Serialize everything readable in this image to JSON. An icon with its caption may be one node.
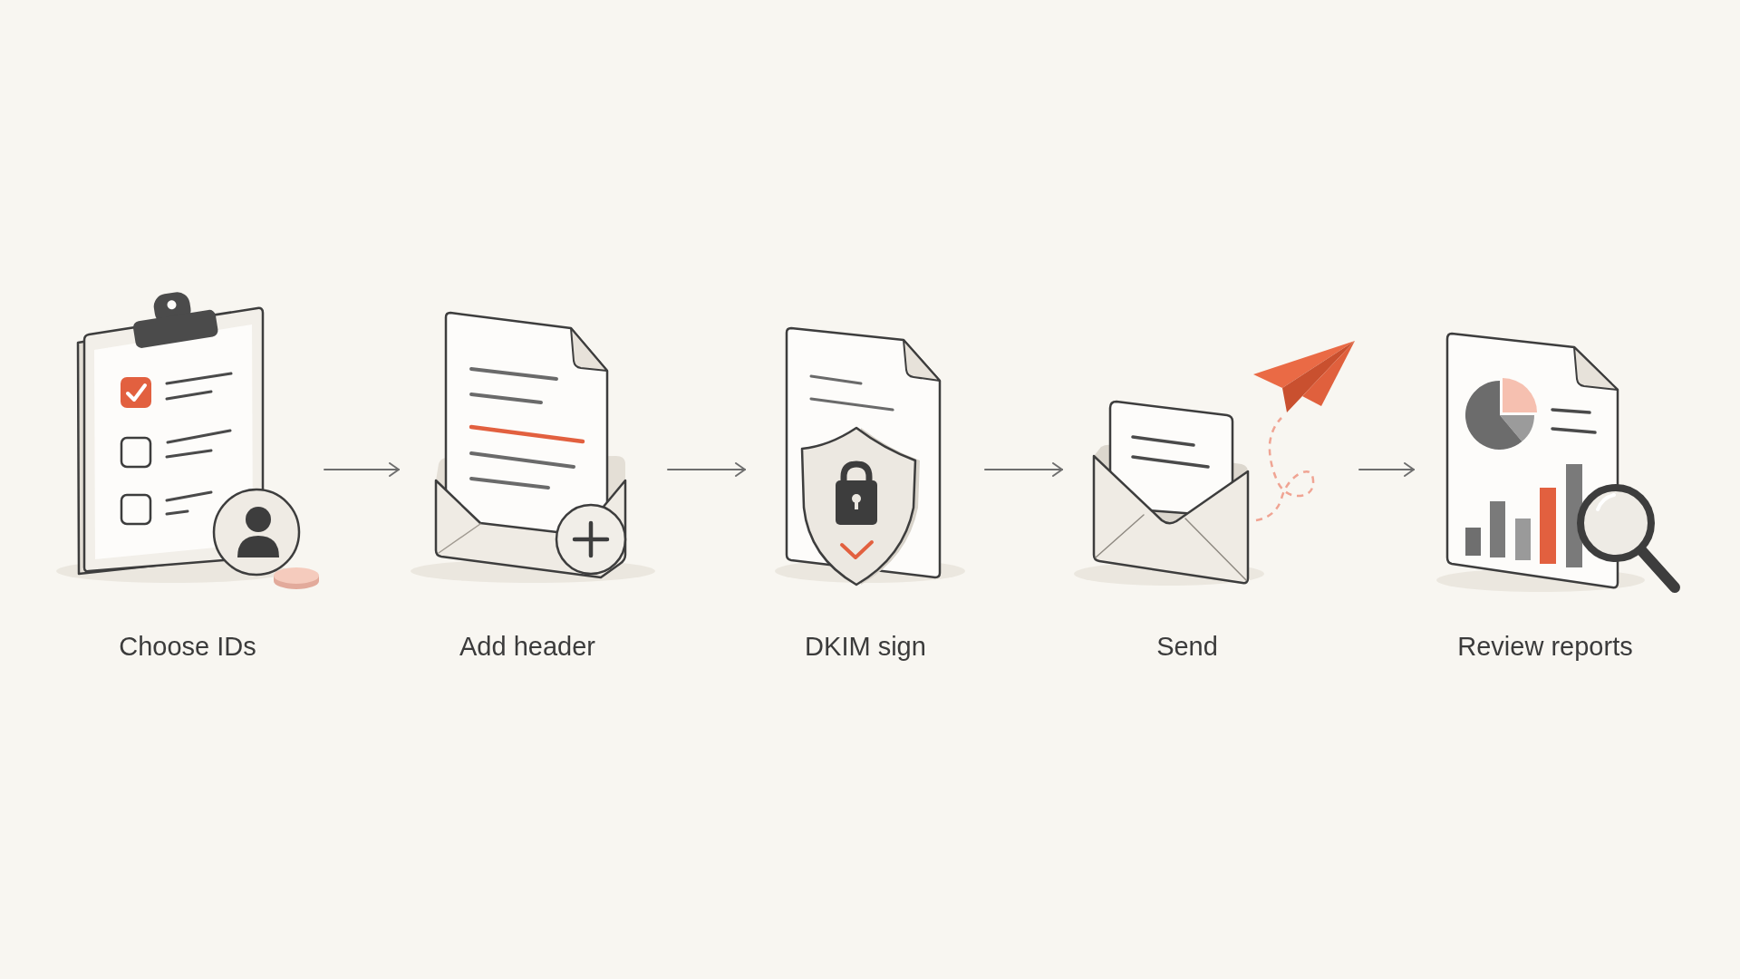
{
  "diagram": {
    "nodes": [
      {
        "text": [],
        "shape": "picture",
        "beside": [
          "Choose IDs"
        ]
      },
      {
        "text": [],
        "shape": "picture",
        "beside": [
          "Add header"
        ]
      },
      {
        "text": [],
        "shape": "picture",
        "beside": [
          "DKIM sign"
        ]
      },
      {
        "text": [],
        "shape": "picture",
        "beside": [
          "Send"
        ]
      },
      {
        "text": [],
        "shape": "picture",
        "beside": [
          "Review reports"
        ]
      }
    ],
    "edges": [
      {
        "from": 0,
        "to": 1,
        "arrow": "to"
      },
      {
        "from": 1,
        "to": 2,
        "arrow": "to"
      },
      {
        "from": 2,
        "to": 3,
        "arrow": "to"
      },
      {
        "from": 3,
        "to": 4,
        "arrow": "to"
      }
    ]
  }
}
